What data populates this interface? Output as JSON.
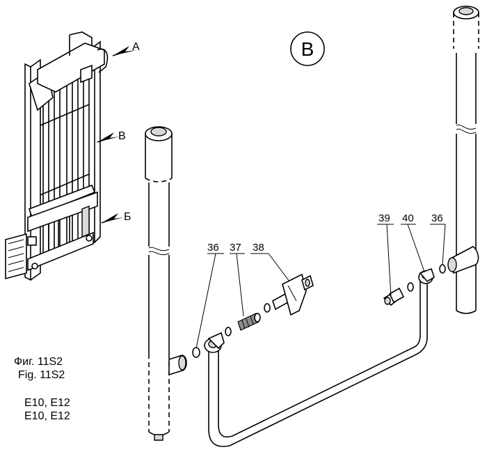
{
  "callout": {
    "letter": "B"
  },
  "arrow_labels": {
    "a": "A",
    "b": "B",
    "v": "Б"
  },
  "part_numbers": {
    "p36_left": "36",
    "p37": "37",
    "p38": "38",
    "p39": "39",
    "p40": "40",
    "p36_right": "36"
  },
  "caption": {
    "fig_ru": "Фиг. 11S2",
    "fig_en": "Fig. 11S2",
    "model_ru": "E10, E12",
    "model_en": "E10, E12"
  },
  "icons": [
    "mast-assembly-icon",
    "cylinder-icon",
    "hose-icon",
    "fitting-icon",
    "o-ring-icon"
  ]
}
